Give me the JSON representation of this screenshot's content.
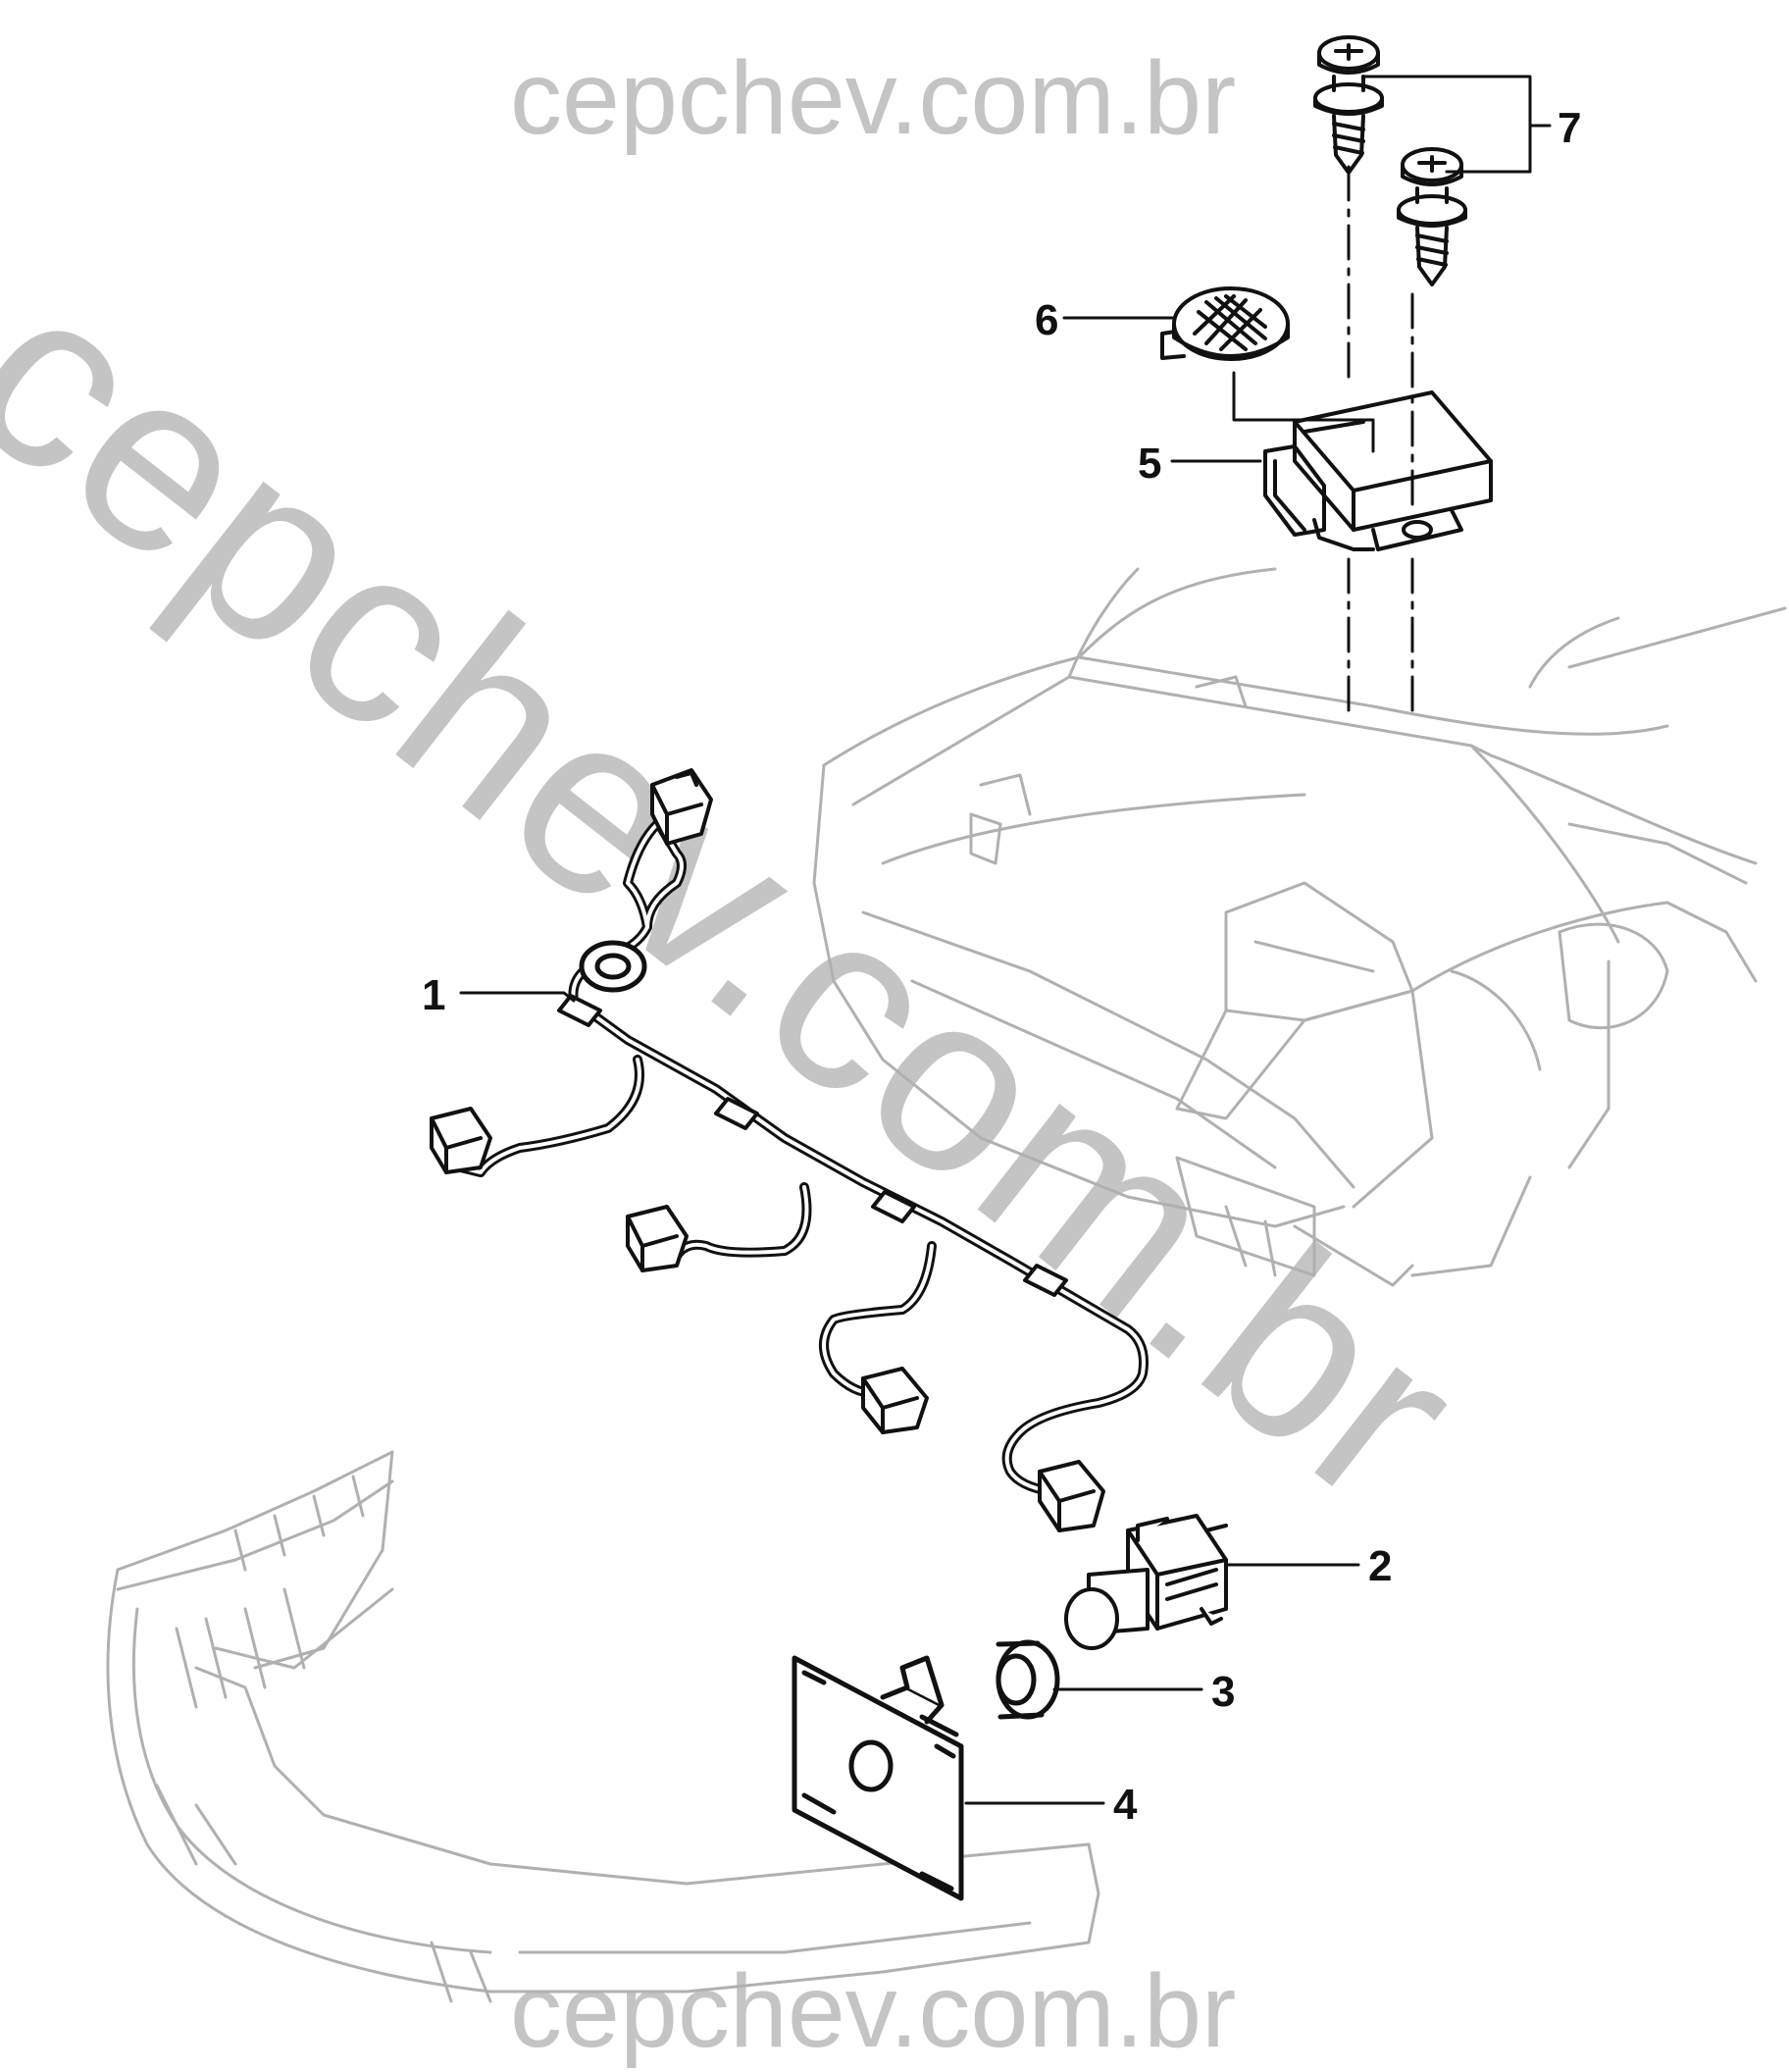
{
  "watermark": {
    "top": "cepchev.com.br",
    "diagonal": "cepchev.com.br",
    "bottom": "cepchev.com.br",
    "color": "#c4c4c4"
  },
  "callouts": [
    {
      "id": "part-1",
      "label": "1"
    },
    {
      "id": "part-2",
      "label": "2"
    },
    {
      "id": "part-3",
      "label": "3"
    },
    {
      "id": "part-4",
      "label": "4"
    },
    {
      "id": "part-5",
      "label": "5"
    },
    {
      "id": "part-6",
      "label": "6"
    },
    {
      "id": "part-7",
      "label": "7"
    }
  ],
  "colors": {
    "line": "#111111",
    "background_outline": "#b0b0b0"
  }
}
